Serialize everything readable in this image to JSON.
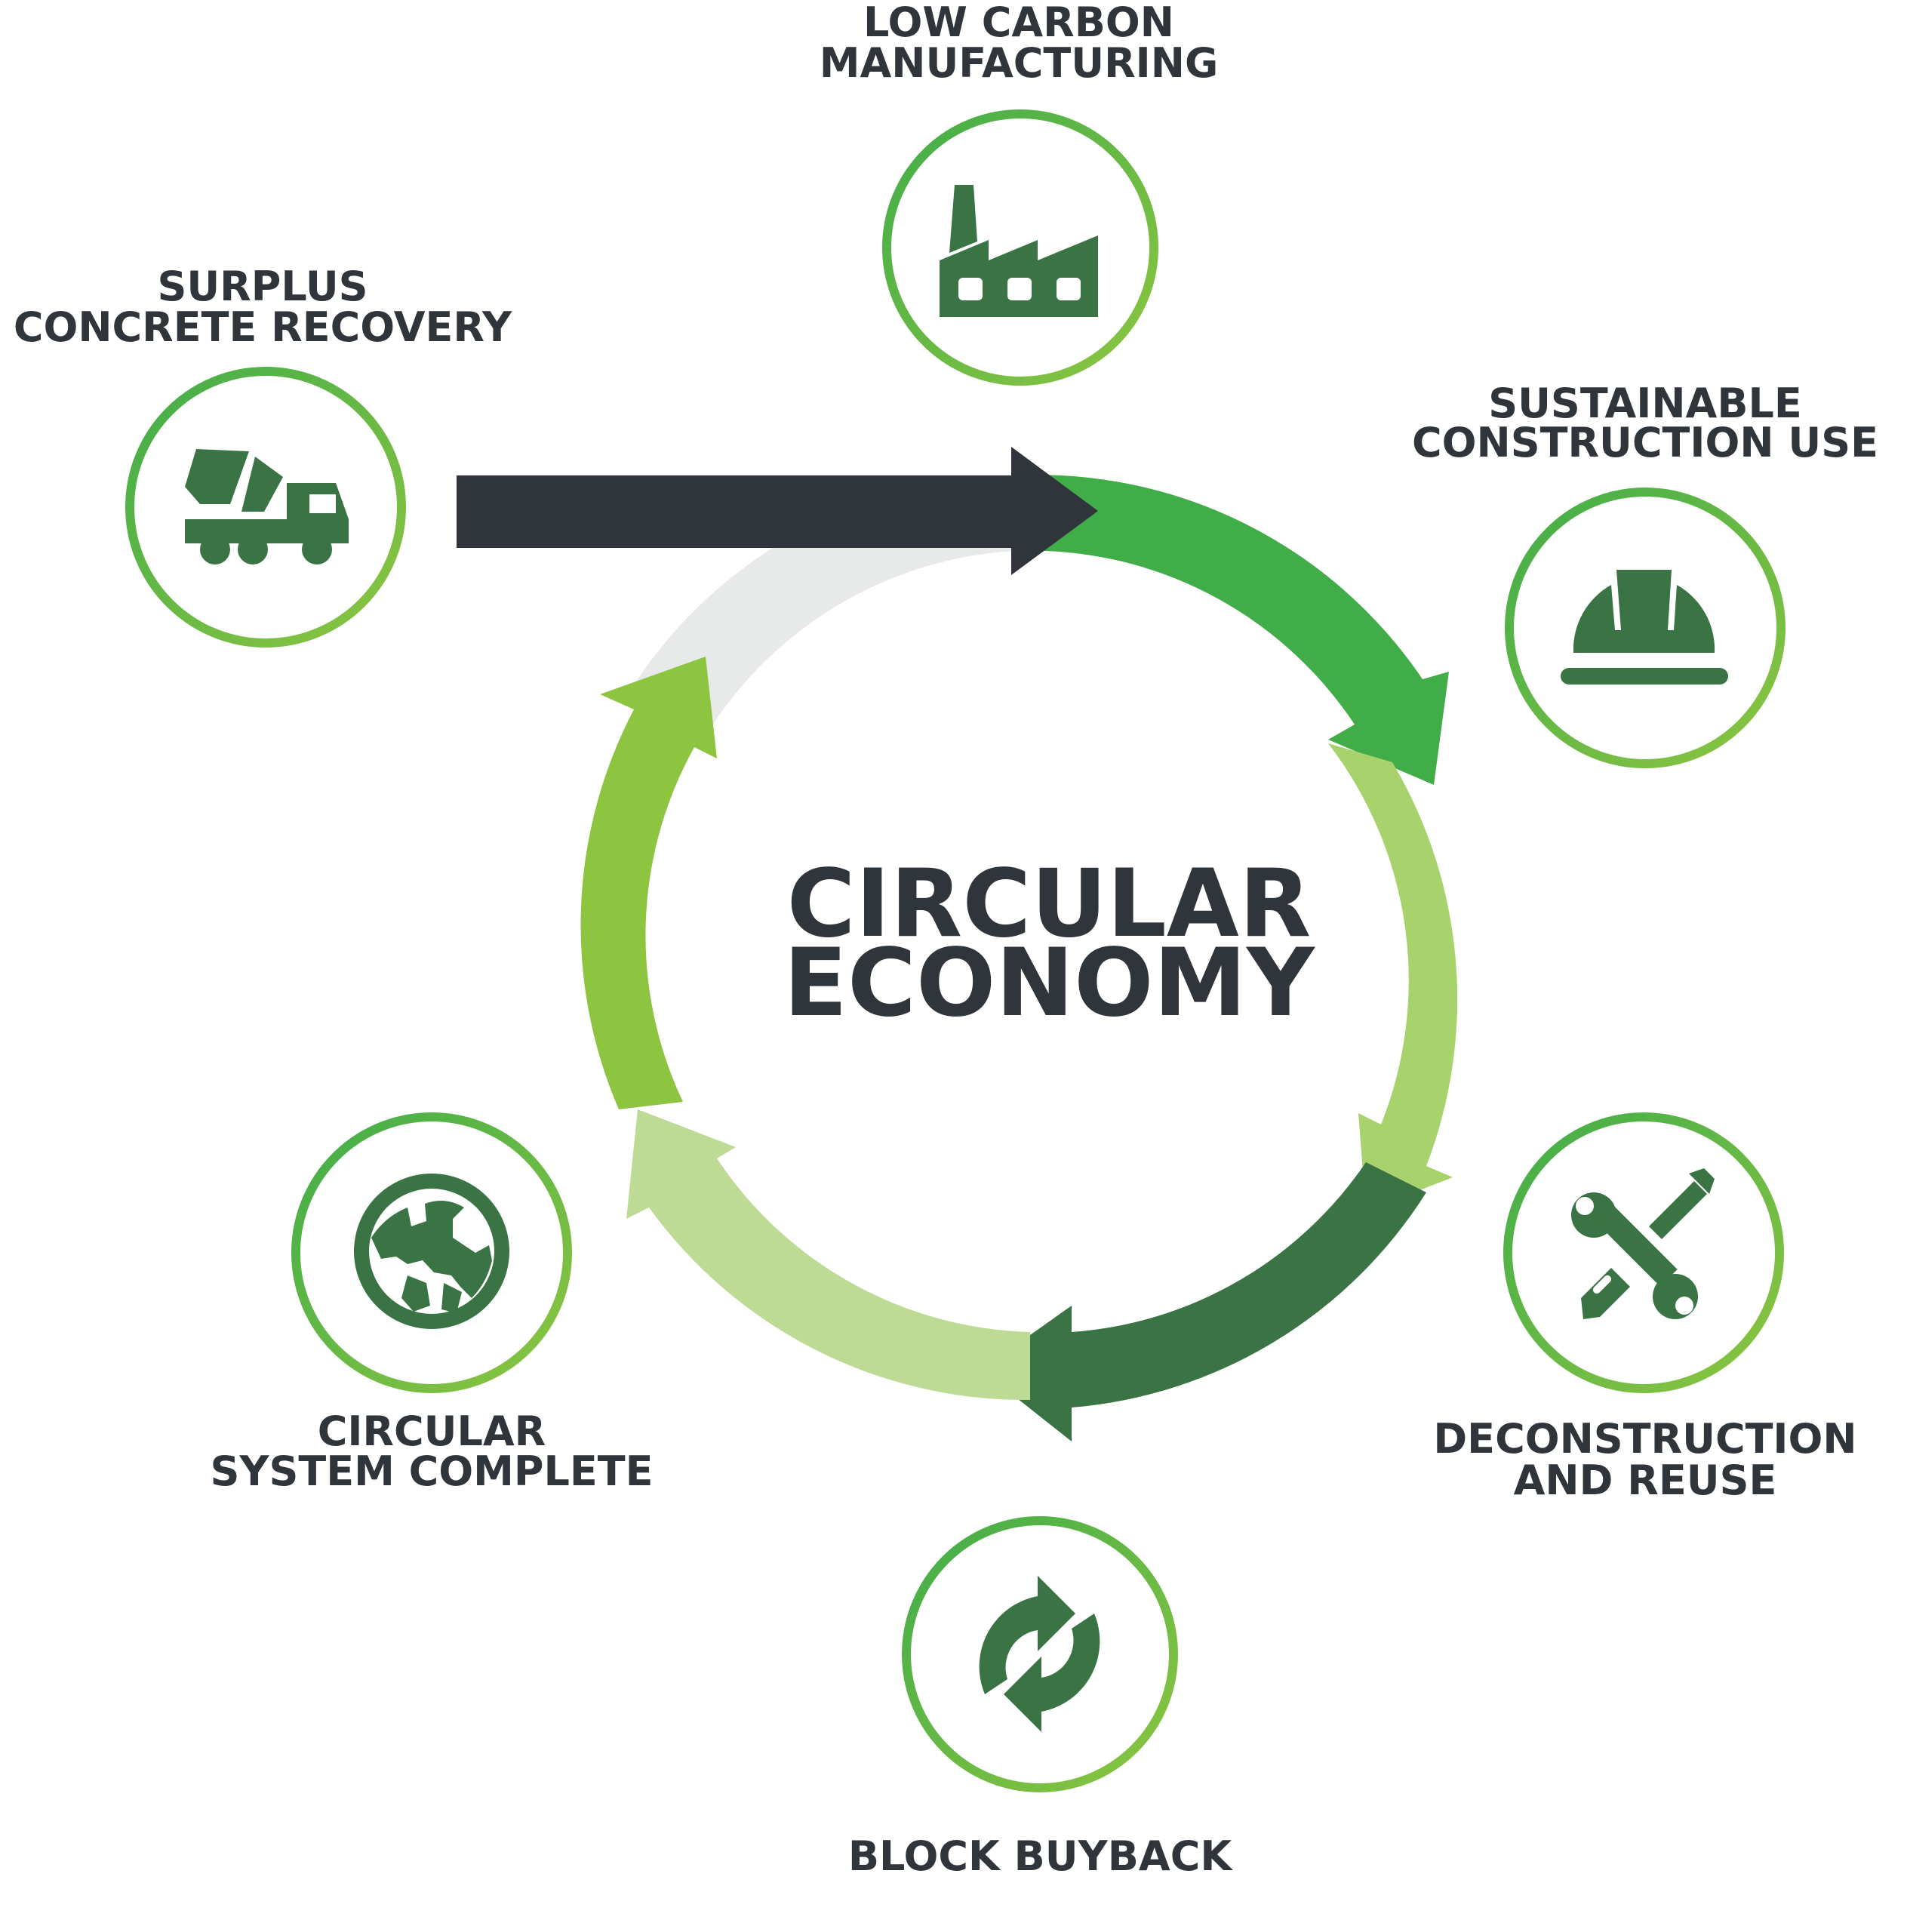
{
  "center": {
    "line1": "CIRCULAR",
    "line2": "ECONOMY"
  },
  "stages": [
    {
      "id": "low-carbon",
      "icon": "factory-icon",
      "lines": [
        "LOW CARBON",
        "MANUFACTURING"
      ]
    },
    {
      "id": "sustainable",
      "icon": "hard-hat-icon",
      "lines": [
        "SUSTAINABLE",
        "CONSTRUCTION USE"
      ]
    },
    {
      "id": "deconstruction",
      "icon": "wrench-screwdriver-icon",
      "lines": [
        "DECONSTRUCTION",
        "AND REUSE"
      ]
    },
    {
      "id": "buyback",
      "icon": "recycle-arrows-icon",
      "lines": [
        "BLOCK BUYBACK"
      ]
    },
    {
      "id": "circular-system",
      "icon": "globe-icon",
      "lines": [
        "CIRCULAR",
        "SYSTEM COMPLETE"
      ]
    },
    {
      "id": "surplus",
      "icon": "concrete-mixer-truck-icon",
      "lines": [
        "SURPLUS",
        "CONCRETE RECOVERY"
      ]
    }
  ],
  "colors": {
    "text": "#2f353b",
    "icon": "#3a7444",
    "ring_stroke": "#4caf47",
    "arrow_bright_green": "#41ad49",
    "arrow_light_green": "#a8d26c",
    "arrow_dark_green": "#3a7444",
    "arrow_pale_green": "#bedb96",
    "arrow_lime_green": "#8dc541",
    "arrow_grey": "#e8eae9",
    "entry_arrow": "#2f353b"
  }
}
